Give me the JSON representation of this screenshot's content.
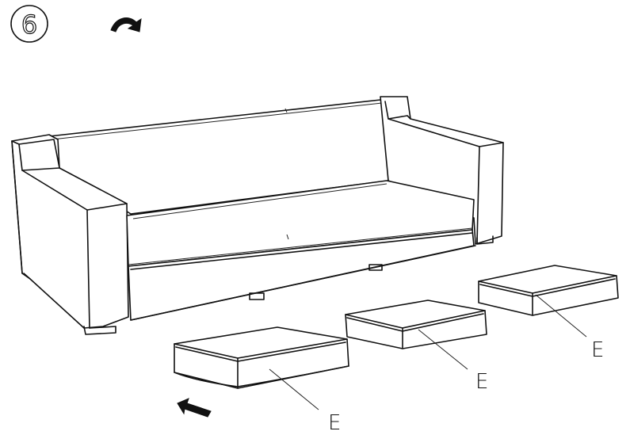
{
  "step": {
    "number": "6"
  },
  "parts": [
    {
      "label": "E"
    },
    {
      "label": "E"
    },
    {
      "label": "E"
    }
  ],
  "icons": {
    "rotate": "curved-arrow-icon",
    "direction": "push-arrow-icon"
  }
}
